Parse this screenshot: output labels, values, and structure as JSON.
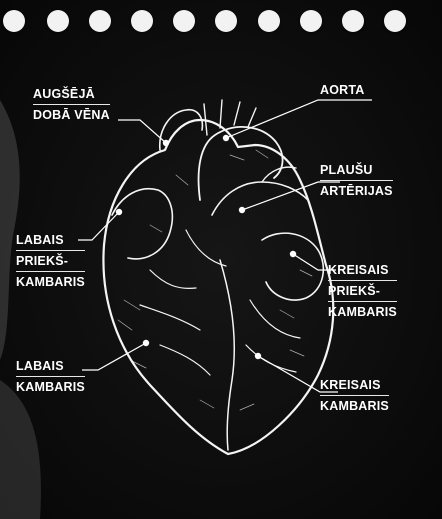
{
  "labels": {
    "superior_vena_cava": [
      "AUGŠĒJĀ",
      "DOBĀ VĒNA"
    ],
    "aorta": [
      "AORTA"
    ],
    "pulmonary_arteries": [
      "PLAUŠU",
      "ARTĒRIJAS"
    ],
    "right_atrium": [
      "LABAIS",
      "PRIEKŠ-",
      "KAMBARIS"
    ],
    "left_atrium": [
      "KREISAIS",
      "PRIEKŠ-",
      "KAMBARIS"
    ],
    "right_ventricle": [
      "LABAIS",
      "KAMBARIS"
    ],
    "left_ventricle": [
      "KREISAIS",
      "KAMBARIS"
    ]
  },
  "colors": {
    "background": "#1a1a1a",
    "paper": "#111111",
    "ring": "#f2f2f2",
    "line": "#ffffff"
  }
}
